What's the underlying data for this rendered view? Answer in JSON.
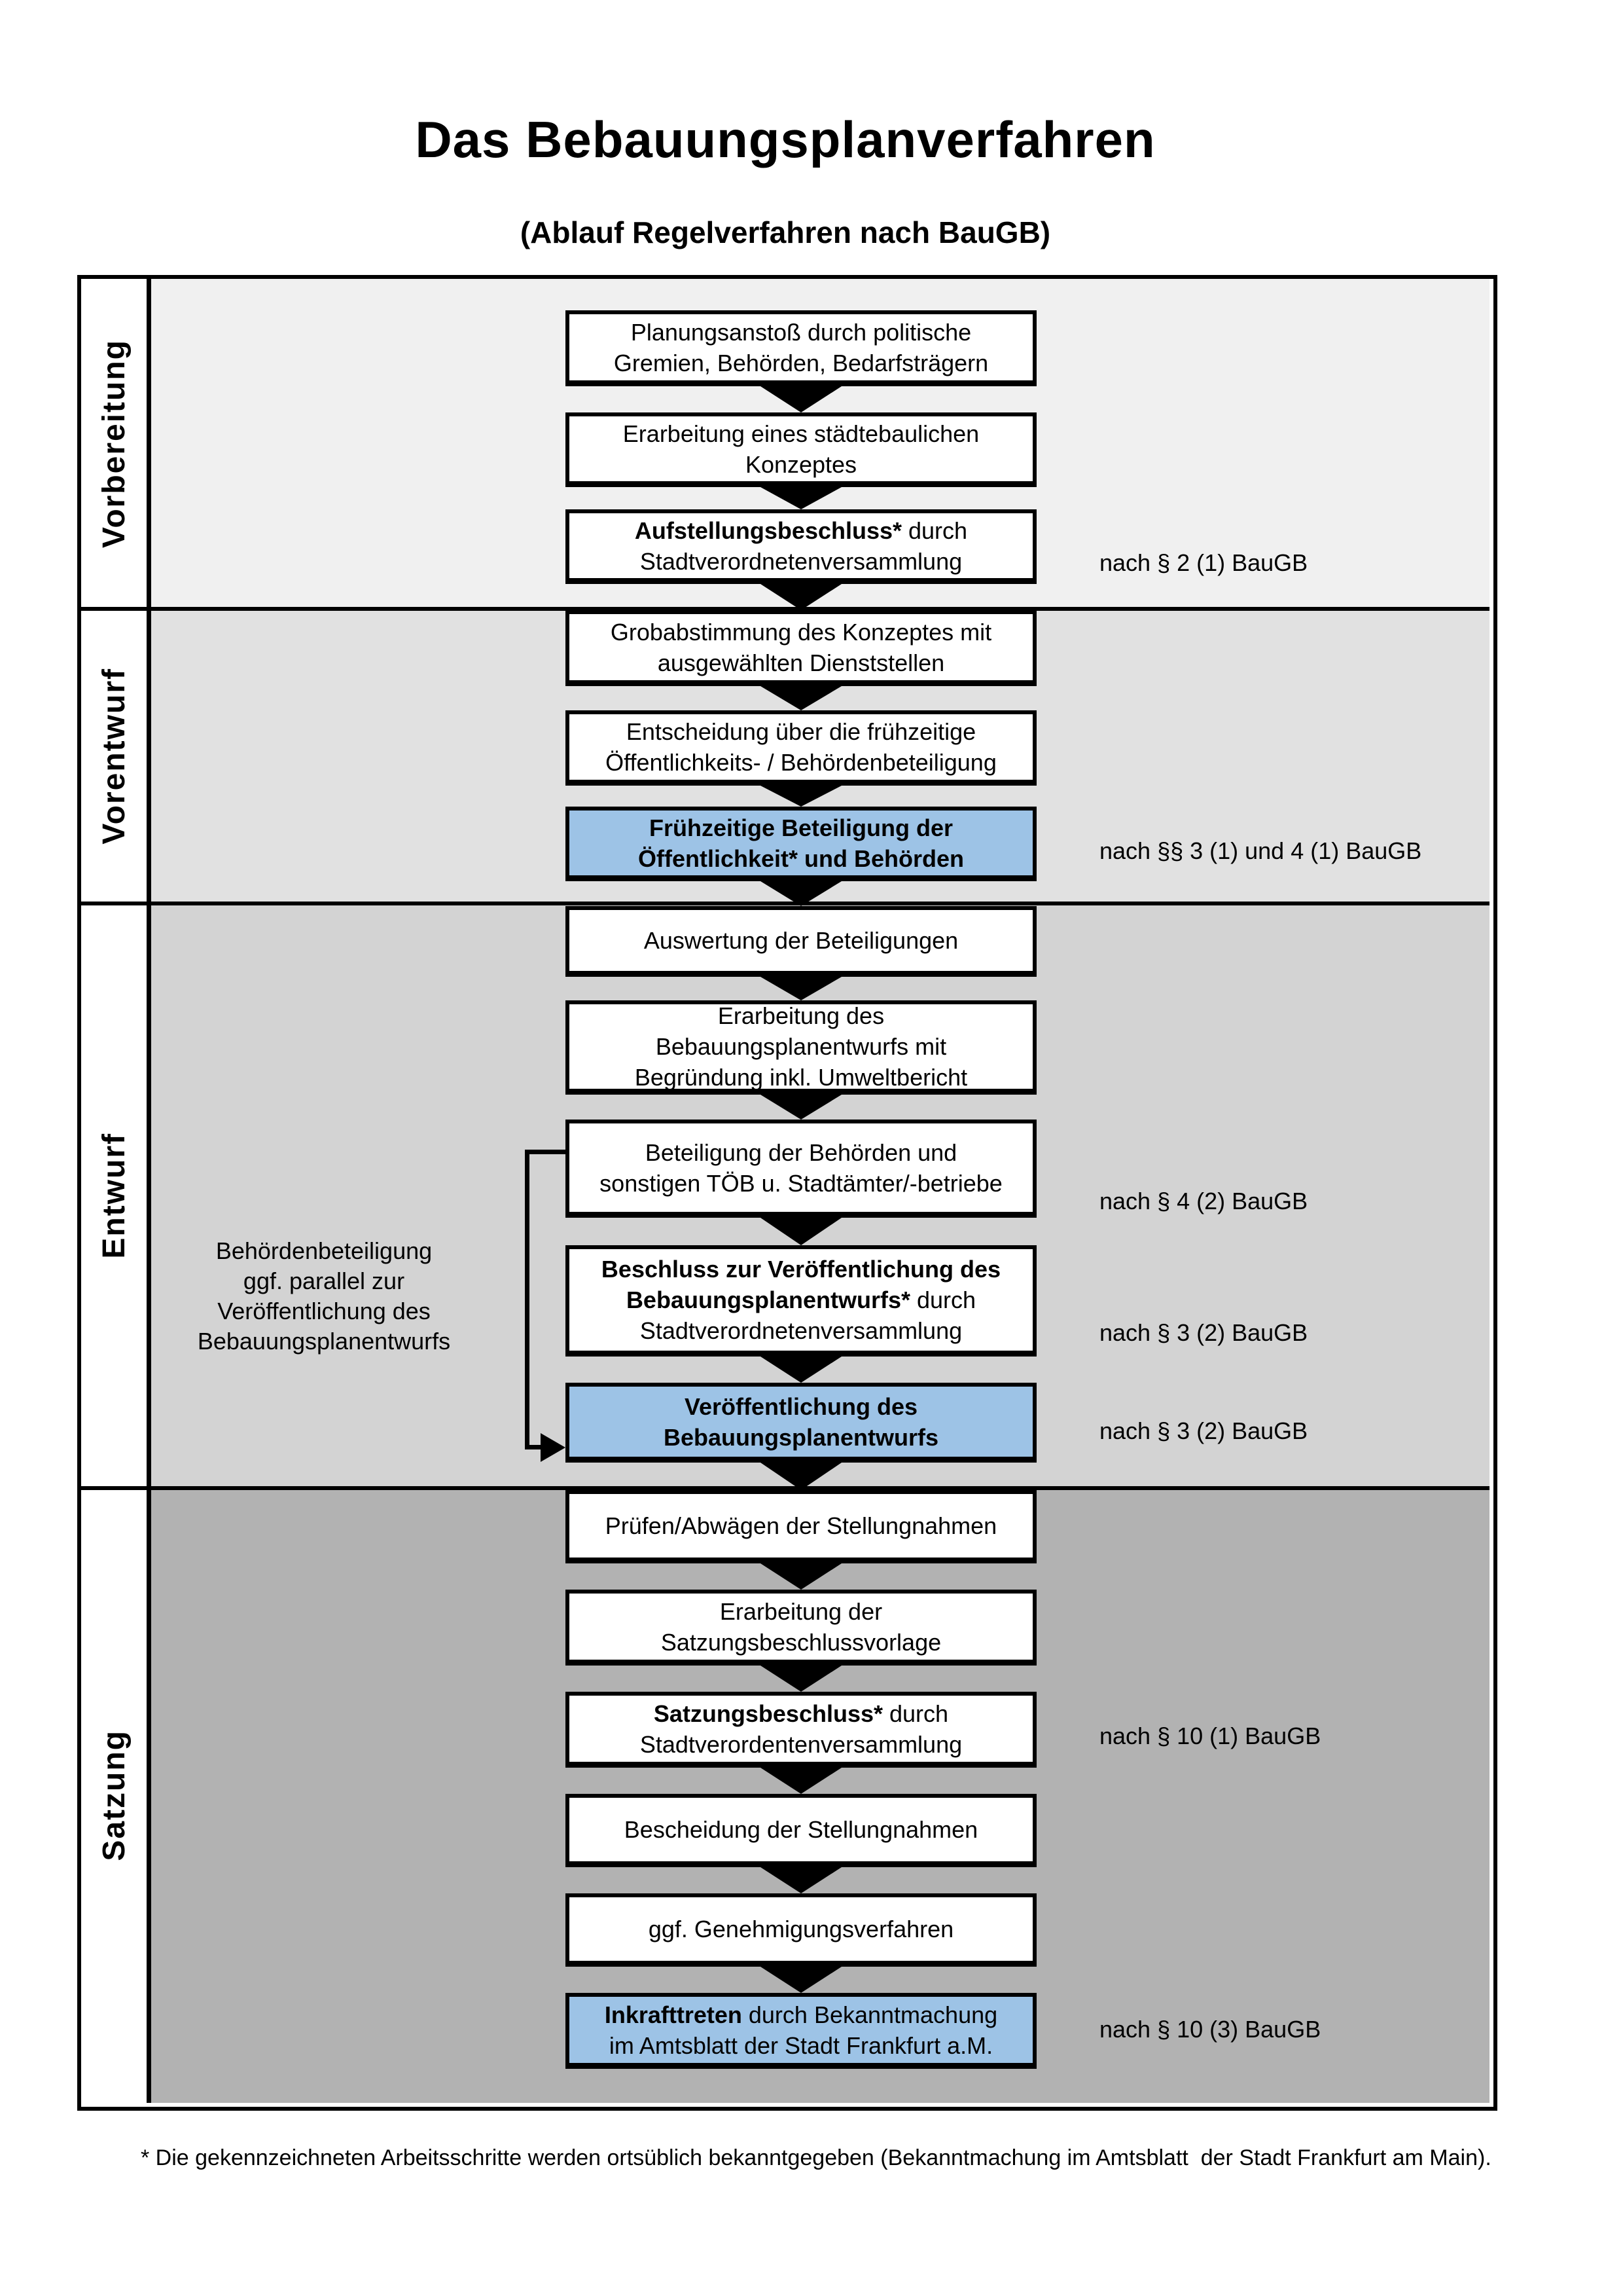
{
  "title": "Das Bebauungsplanverfahren",
  "subtitle": "(Ablauf Regelverfahren nach BauGB)",
  "footnote": "* Die gekennzeichneten Arbeitsschritte werden ortsüblich bekanntgegeben (Bekanntmachung im Amtsblatt  der Stadt Frankfurt am Main).",
  "colors": {
    "highlight_blue": "#9dc3e6",
    "box_white": "#ffffff",
    "border_black": "#000000",
    "phase_bgs": [
      "#f0f0f0",
      "#e1e1e1",
      "#d3d3d3",
      "#b2b2b2"
    ]
  },
  "phases": [
    {
      "label": "Vorbereitung"
    },
    {
      "label": "Vorentwurf"
    },
    {
      "label": "Entwurf"
    },
    {
      "label": "Satzung"
    }
  ],
  "side_note": {
    "lines": [
      "Behördenbeteiligung",
      "ggf. parallel zur",
      "Veröffentlichung des",
      "Bebauungsplanentwurfs"
    ]
  },
  "boxes": [
    {
      "name": "planungsanstoss",
      "phase": 0,
      "highlight": false,
      "lines": [
        "Planungsanstoß durch politische",
        "Gremien, Behörden, Bedarfsträgern"
      ]
    },
    {
      "name": "staedtebauliches-konzept",
      "phase": 0,
      "highlight": false,
      "lines": [
        "Erarbeitung eines städtebaulichen",
        "Konzeptes"
      ]
    },
    {
      "name": "aufstellungsbeschluss",
      "phase": 0,
      "highlight": false,
      "lines": [
        [
          {
            "t": "Aufstellungsbeschluss*",
            "b": true
          },
          {
            "t": " durch",
            "b": false
          }
        ],
        "Stadtverordnetenversammlung"
      ],
      "law": "nach § 2 (1) BauGB"
    },
    {
      "name": "grobabstimmung-konzept",
      "phase": 1,
      "highlight": false,
      "lines": [
        "Grobabstimmung des Konzeptes mit",
        "ausgewählten Dienststellen"
      ]
    },
    {
      "name": "entscheidung-fruehzeitige-beteiligung",
      "phase": 1,
      "highlight": false,
      "lines": [
        "Entscheidung über die frühzeitige",
        "Öffentlichkeits- / Behördenbeteiligung"
      ]
    },
    {
      "name": "fruehzeitige-beteiligung",
      "phase": 1,
      "highlight": true,
      "lines": [
        [
          {
            "t": "Frühzeitige Beteiligung der",
            "b": true
          }
        ],
        [
          {
            "t": "Öffentlichkeit* und Behörden",
            "b": true
          }
        ]
      ],
      "law": "nach §§ 3 (1) und 4 (1) BauGB"
    },
    {
      "name": "auswertung-beteiligungen",
      "phase": 2,
      "highlight": false,
      "lines": [
        "Auswertung der Beteiligungen"
      ]
    },
    {
      "name": "erarbeitung-bebauungsplanentwurf",
      "phase": 2,
      "highlight": false,
      "lines": [
        "Erarbeitung des",
        "Bebauungsplanentwurfs mit",
        "Begründung inkl. Umweltbericht"
      ]
    },
    {
      "name": "beteiligung-behoerden-toeb",
      "phase": 2,
      "highlight": false,
      "lines": [
        "Beteiligung der Behörden und",
        "sonstigen TÖB u. Stadtämter/-betriebe"
      ],
      "law": "nach § 4 (2) BauGB"
    },
    {
      "name": "beschluss-veroeffentlichung",
      "phase": 2,
      "highlight": false,
      "lines": [
        [
          {
            "t": "Beschluss zur Veröffentlichung des",
            "b": true
          }
        ],
        [
          {
            "t": "Bebauungsplanentwurfs*",
            "b": true
          },
          {
            "t": " durch",
            "b": false
          }
        ],
        "Stadtverordnetenversammlung"
      ],
      "law": "nach § 3 (2) BauGB"
    },
    {
      "name": "veroeffentlichung-bebauungsplanentwurf",
      "phase": 2,
      "highlight": true,
      "lines": [
        [
          {
            "t": "Veröffentlichung des",
            "b": true
          }
        ],
        [
          {
            "t": "Bebauungsplanentwurfs",
            "b": true
          }
        ]
      ],
      "law": "nach § 3 (2) BauGB"
    },
    {
      "name": "pruefen-abwaegen-stellungnahmen",
      "phase": 3,
      "highlight": false,
      "lines": [
        "Prüfen/Abwägen der Stellungnahmen"
      ]
    },
    {
      "name": "satzungsbeschlussvorlage",
      "phase": 3,
      "highlight": false,
      "lines": [
        "Erarbeitung der",
        "Satzungsbeschlussvorlage"
      ]
    },
    {
      "name": "satzungsbeschluss",
      "phase": 3,
      "highlight": false,
      "lines": [
        [
          {
            "t": "Satzungsbeschluss*",
            "b": true
          },
          {
            "t": " durch",
            "b": false
          }
        ],
        "Stadtverordentenversammlung"
      ],
      "law": "nach § 10 (1) BauGB"
    },
    {
      "name": "bescheidung-stellungnahmen",
      "phase": 3,
      "highlight": false,
      "lines": [
        "Bescheidung der Stellungnahmen"
      ]
    },
    {
      "name": "genehmigungsverfahren",
      "phase": 3,
      "highlight": false,
      "lines": [
        "ggf. Genehmigungsverfahren"
      ]
    },
    {
      "name": "inkrafttreten",
      "phase": 3,
      "highlight": true,
      "lines": [
        [
          {
            "t": "Inkrafttreten",
            "b": true
          },
          {
            "t": " durch Bekanntmachung",
            "b": false
          }
        ],
        "im Amtsblatt der Stadt Frankfurt a.M."
      ],
      "law": "nach § 10 (3) BauGB"
    }
  ]
}
